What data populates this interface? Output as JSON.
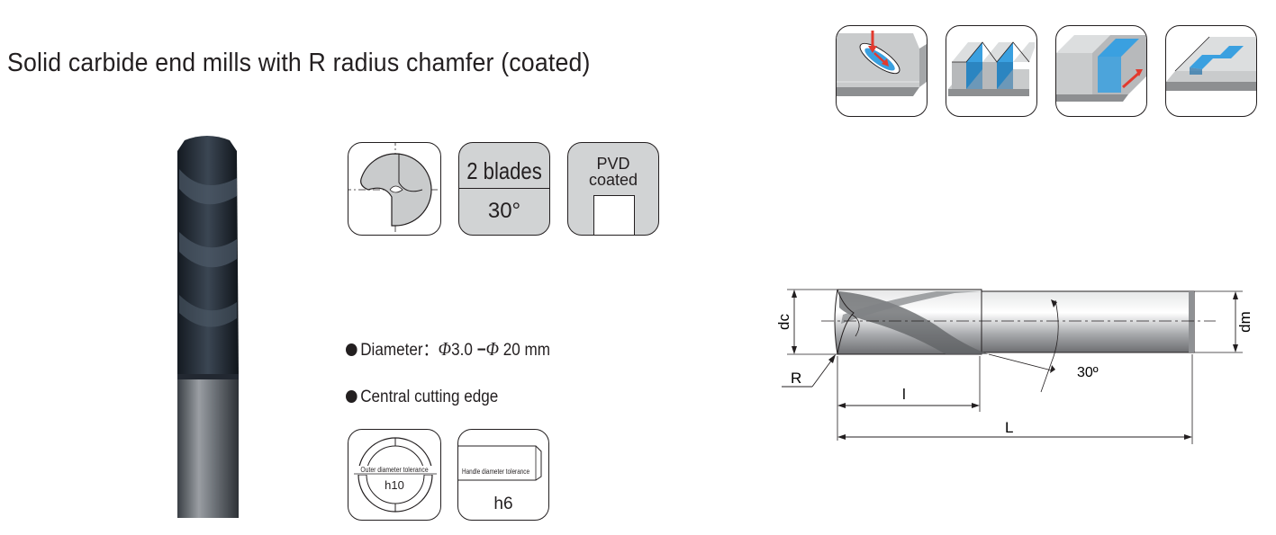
{
  "title": "Solid carbide end mills with R radius chamfer (coated)",
  "applications": [
    {
      "icon": "slot-plunge-icon"
    },
    {
      "icon": "slotting-icon"
    },
    {
      "icon": "side-milling-icon"
    },
    {
      "icon": "pocket-milling-icon"
    }
  ],
  "spec_icons": {
    "blades": {
      "count_label": "2 blades",
      "helix_label": "30°"
    },
    "coating": {
      "line1": "PVD",
      "line2": "coated"
    }
  },
  "features": {
    "diameter": {
      "label": "Diameter：",
      "phi": "Φ",
      "min": "3.0",
      "dash": "−",
      "max": "20",
      "unit": "mm"
    },
    "central_edge": "Central cutting edge"
  },
  "tolerance": {
    "outer": {
      "caption": "Outer diameter tolerance",
      "code": "h10"
    },
    "handle": {
      "caption": "Handle diameter tolerance",
      "code": "h6"
    }
  },
  "drawing": {
    "dc": "dc",
    "dm": "dm",
    "R": "R",
    "l": "l",
    "L": "L",
    "angle": "30º"
  },
  "colors": {
    "ink": "#231f20",
    "blue": "#3aa0e0",
    "red": "#e23a2e",
    "tool_dark": "#2a3440",
    "tool_shank": "#7a7f86"
  }
}
